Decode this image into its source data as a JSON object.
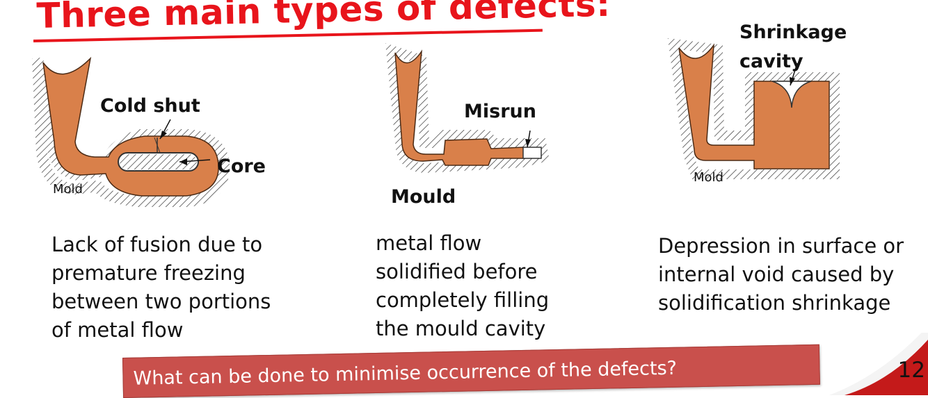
{
  "title": "Three main types of defects:",
  "defects": [
    {
      "labels": {
        "defect": "Cold shut",
        "core": "Core",
        "mold": "Mold"
      },
      "description": [
        "Lack of fusion due to",
        "premature freezing",
        "between two portions",
        "of metal flow"
      ]
    },
    {
      "labels": {
        "defect": "Misrun",
        "mold": "Mould"
      },
      "description": [
        "metal flow",
        "solidified before",
        "completely filling",
        "the mould cavity"
      ]
    },
    {
      "labels": {
        "defect_line1": "Shrinkage",
        "defect_line2": "cavity",
        "mold": "Mold"
      },
      "description": [
        "Depression in surface or",
        "internal void caused by",
        "solidification shrinkage"
      ]
    }
  ],
  "banner_text": "What can be done to minimise occurrence of the defects?",
  "page_number": "12",
  "colors": {
    "title": "#e8141b",
    "metal": "#d9804a",
    "banner": "#c9504c",
    "corner_accent": "#c41a1a"
  }
}
